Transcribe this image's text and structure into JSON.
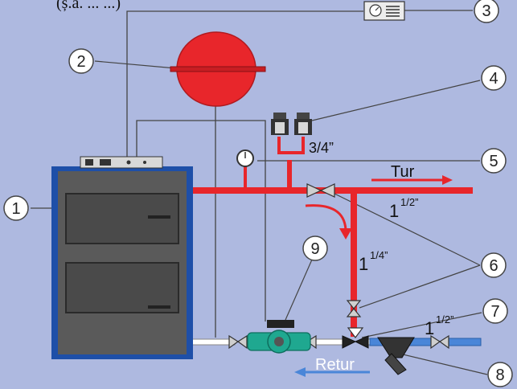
{
  "callouts": [
    "1",
    "2",
    "3",
    "4",
    "5",
    "6",
    "7",
    "8",
    "9"
  ],
  "header_fragment": "(ș.a. ... ...)",
  "labels": {
    "valve_size": "3/4”",
    "tur": "Tur",
    "retur": "Retur",
    "main_pipe": "1",
    "main_pipe_sup": "1/2”",
    "branch_pipe": "1",
    "branch_pipe_sup": "1/4”",
    "return_pipe": "1",
    "return_pipe_sup": "1/2”"
  },
  "colors": {
    "background": "#aeb9e0",
    "supply_pipe": "#e8262b",
    "return_pipe": "#4a86d8",
    "cold_pipe": "#ffffff",
    "boiler_frame": "#1e4fa8",
    "boiler_body": "#5a5a5a",
    "pump": "#1fa890",
    "expansion_tank": "#e8262b"
  },
  "icons": [
    "thermostat-icon",
    "manometer-icon",
    "valve-icon",
    "pump-icon",
    "filter-icon"
  ]
}
